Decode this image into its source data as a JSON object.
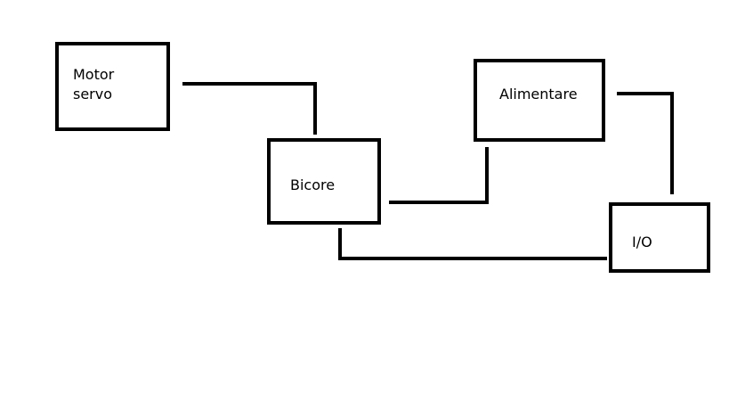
{
  "diagram": {
    "nodes": [
      {
        "id": "motor",
        "label_lines": [
          "Motor",
          "servo"
        ]
      },
      {
        "id": "bicore",
        "label_lines": [
          "Bicore"
        ]
      },
      {
        "id": "alimentare",
        "label_lines": [
          "Alimentare"
        ]
      },
      {
        "id": "io",
        "label_lines": [
          "I/O"
        ]
      }
    ],
    "edges": [
      {
        "from": "motor",
        "to": "bicore"
      },
      {
        "from": "bicore",
        "to": "alimentare"
      },
      {
        "from": "alimentare",
        "to": "io"
      },
      {
        "from": "io",
        "to": "bicore"
      }
    ],
    "colors": {
      "line": "#000000",
      "background": "#ffffff"
    }
  }
}
